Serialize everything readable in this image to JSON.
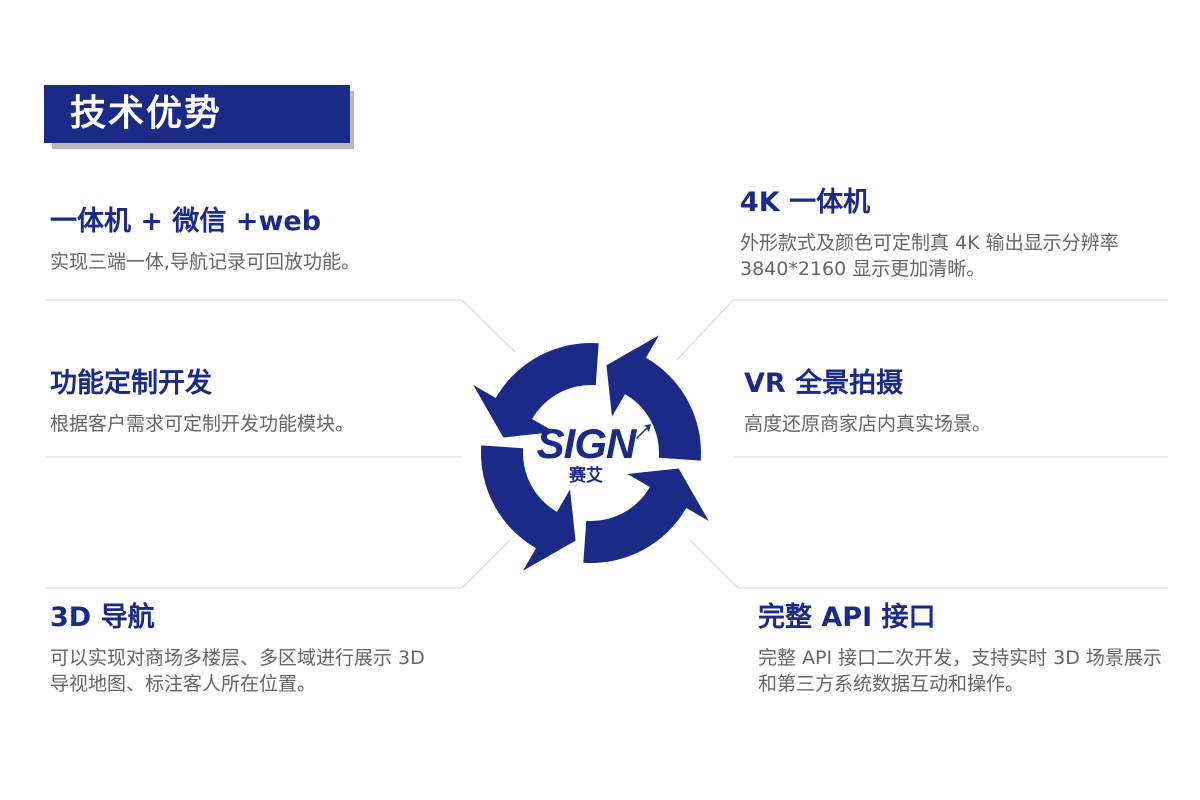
{
  "header": {
    "title": "技术优势"
  },
  "features": {
    "left": [
      {
        "title": "一体机 + 微信 +web",
        "desc": "实现三端一体,导航记录可回放功能。"
      },
      {
        "title": "功能定制开发",
        "desc": "根据客户需求可定制开发功能模块。"
      },
      {
        "title": "3D 导航",
        "desc": "可以实现对商场多楼层、多区域进行展示 3D 导视地图、标注客人所在位置。"
      }
    ],
    "right": [
      {
        "title": "4K 一体机",
        "desc": "外形款式及颜色可定制真 4K 输出显示分辨率 3840*2160 显示更加清晰。"
      },
      {
        "title": "VR 全景拍摄",
        "desc": "高度还原商家店内真实场景。"
      },
      {
        "title": "完整 API 接口",
        "desc": "完整 API 接口二次开发，支持实时 3D 场景展示和第三方系统数据互动和操作。"
      }
    ]
  },
  "logo": {
    "text": "SIGN",
    "subtitle": "赛艾"
  },
  "colors": {
    "brand": "#1b2a87",
    "line": "#d6d6d6",
    "text": "#666666"
  }
}
